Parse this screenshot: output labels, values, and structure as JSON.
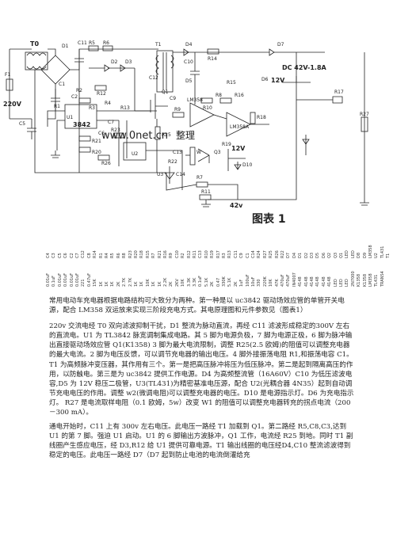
{
  "schematic": {
    "labels": {
      "T0": "T0",
      "F1": "F1",
      "in_voltage": "220V",
      "D1": "D1",
      "C11": "C11",
      "R5": "R5",
      "R6": "R6",
      "T1": "T1",
      "D4": "D4",
      "C10": "C10",
      "R14": "R14",
      "D7": "D7",
      "out": "DC 42V-1.8A",
      "D2": "D2",
      "D3": "D3",
      "C12": "C12",
      "D5": "D5",
      "C9": "C9",
      "R15": "R15",
      "D6": "D6",
      "v12a": "12V",
      "C1": "C1",
      "R2": "R2",
      "R12": "R12",
      "C2": "C2",
      "R4": "R4",
      "Q1": "Q1",
      "R10": "R10",
      "R17": "R17",
      "R1": "R1",
      "R3": "R3",
      "R13": "R13",
      "R8": "R8",
      "R16": "R16",
      "C5": "C5",
      "U1": "U1",
      "ic3842": "3842",
      "C7": "C7",
      "C6": "C6",
      "R23": "R23",
      "R9": "R9",
      "LM358": "LM358",
      "R18": "R18",
      "LM358A": "LM358A",
      "R27": "R27",
      "watermark": "www.0net.cn",
      "watermark2": "整理",
      "R19": "R19",
      "v12b": "12V",
      "U2": "U2",
      "C13": "C13",
      "W": "W",
      "R21": "R21",
      "R20": "R20",
      "R26": "R26",
      "D10": "D10",
      "Q3": "Q3",
      "R22": "R22",
      "R25": "R25",
      "C14": "C14",
      "U3": "U3",
      "R7": "R7",
      "R11": "R11",
      "v42": "42v"
    },
    "figure_title": "图表 1"
  },
  "parts_table": {
    "designators": [
      "C4",
      "C3",
      "C5",
      "C6",
      "C2",
      "C7",
      "C12",
      "C8",
      "R14",
      "R1",
      "R4",
      "R5",
      "R6",
      "R8",
      "R23",
      "R20",
      "R18",
      "R15",
      "R7",
      "R21",
      "R16",
      "R9",
      "C10",
      "R2",
      "R12",
      "R11",
      "C13",
      "R10",
      "R19",
      "R17",
      "R3",
      "R13",
      "C11",
      "C9",
      "C1",
      "C14",
      "R24",
      "R27",
      "R25",
      "R26",
      "R22",
      "D7",
      "D4",
      "D1",
      "D2",
      "D3",
      "D5",
      "D6",
      "Q2",
      "Q3",
      "Q1",
      "LED",
      "LED",
      "D8",
      "D9",
      "LM358",
      "U2",
      "TL431",
      "T1"
    ],
    "values": [
      "0.01uF",
      "0.1uF",
      "0.01uF",
      "0.01uF",
      "0.01uF",
      "0.01uF",
      "221",
      "0.47uF",
      "15K",
      "1K",
      "1K",
      "1K",
      "2K",
      "2.7K",
      "2.7K",
      "1K",
      "1K",
      "10K",
      "1K",
      "1K",
      "2.2K",
      "2K",
      "2KV",
      "10K",
      "3.3K",
      "3.3K",
      "0.1uF",
      "5.1K",
      "2K",
      "0.47",
      "330K",
      "5.1K",
      "2K",
      "1uF",
      "100uF",
      "10uF",
      "330",
      "220K",
      "10K",
      "47K",
      "470uF",
      "470uF",
      "IN4007",
      "4148",
      "4148",
      "4148",
      "4148",
      "4148",
      "4148",
      "LED",
      "LED",
      "LED",
      "2N7000",
      "K1358",
      "K1358",
      "LM358",
      "TL431",
      "TRANS4",
      ""
    ]
  },
  "article": {
    "p1": "常用电动车充电器根据电路结构可大致分为两种。第一种是以 uc3842 驱动场效应管的单管开关电源，配合 LM358 双运放来实现三阶段充电方式。其电原理图和元件参数见（图表1）",
    "p2": "220v 交流电经 T0 双向滤波抑制干扰，D1 整流为脉动直流，再经 C11 滤波形成稳定的300V 左右的直流电。U1 为 TL3842 脉宽调制集成电路。其 5 脚为电源负极，7 脚为电源正极，6 脚为脉冲输出直接驱动场效应管 Q1(K1358) 3 脚为最大电流限制，调整 R25(2.5 欧姆)的阻值可以调整充电器的最大电流。2 脚为电压反馈，可以调节充电器的输出电压。4 脚外接振荡电阻 R1,和振荡电容 C1。T1 为高频脉冲变压器，其作用有三个。第一是把高压脉冲将压为低压脉冲。第二是起到隔离高压的作用，以防触电。第三是为 uc3842 提供工作电源。D4 为高频整流管（16A60V）C10 为低压滤波电容,D5 为 12V 稳压二极管，U3(TL431)为精密基准电压源，配合 U2(光耦合器 4N35）起到自动调节充电电压的作用。调整 w2(微调电阻)可以调整充电器的电压。D10 是电源指示灯。D6 为充电指示灯。 R27 是电流取样电阻（0.1 欧姆，5w）改变 W1 的阻值可以调整充电器转充的拐点电流（200－300 mA）。",
    "p3": "通电开始时，C11 上有 300v 左右电压。此电压一路经 T1 加载到 Q1。第二路经 R5,C8,C3,达到 U1 的第 7 脚。强迫 U1 启动。U1 的 6 脚输出方波脉冲，Q1 工作，电流经 R25 到地。同时 T1 副线圈产生感应电压，经 D3,R12 给 U1 提供可靠电源。T1 输出线圈的电压经D4,C10 整流滤波得到稳定的电压。此电压一路经 D7（D7 起到防止电池的电流倒灌给充"
  }
}
